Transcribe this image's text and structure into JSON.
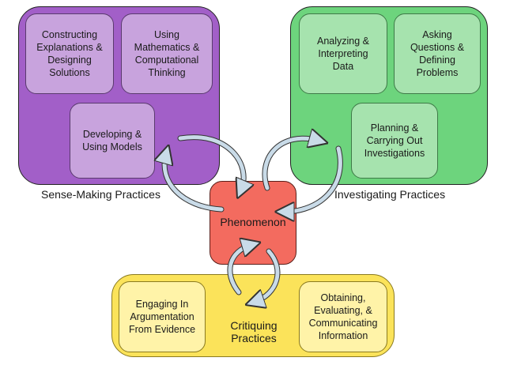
{
  "groups": {
    "sense_making": {
      "label": "Sense-Making Practices",
      "boxes": [
        "Constructing\nExplanations &\nDesigning\nSolutions",
        "Using\nMathematics &\nComputational\nThinking",
        "Developing &\nUsing Models"
      ]
    },
    "investigating": {
      "label": "Investigating Practices",
      "boxes": [
        "Analyzing &\nInterpreting\nData",
        "Asking\nQuestions &\nDefining\nProblems",
        "Planning &\nCarrying Out\nInvestigations"
      ]
    },
    "critiquing": {
      "label": "Critiquing\nPractices",
      "boxes": [
        "Engaging In\nArgumentation\nFrom Evidence",
        "Obtaining,\nEvaluating, &\nCommunicating\nInformation"
      ]
    }
  },
  "center": {
    "label": "Phenomenon"
  },
  "colors": {
    "sense_making": "#a25fc8",
    "investigating": "#6dd47d",
    "critiquing": "#fbe35a",
    "phenomenon": "#f36b5f",
    "arrow_fill": "#c9dbe8"
  }
}
